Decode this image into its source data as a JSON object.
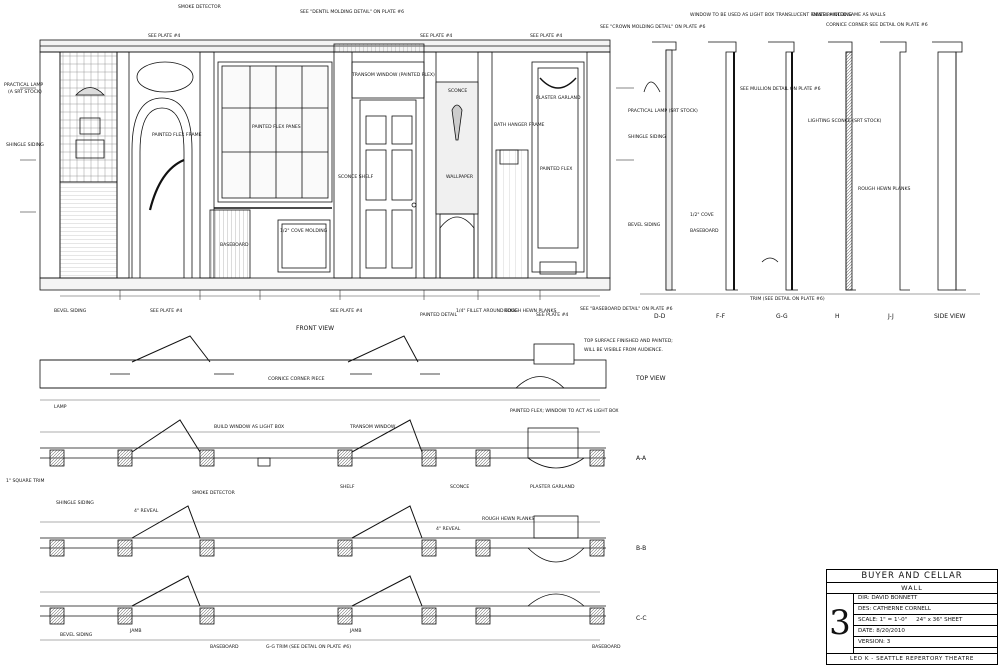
{
  "titleblock": {
    "title": "BUYER AND CELLAR",
    "subtitle": "WALL",
    "plate_number": "3",
    "director": "DIR: DAVID BONNETT",
    "designer": "DES: CATHERNE CORNELL",
    "scale": "SCALE: 1\" = 1'-0\"",
    "sheet": "24\" x 36\" SHEET",
    "date": "DATE: 8/20/2010",
    "version": "VERSION: 3",
    "theatre": "LEO K - SEATTLE REPERTORY THEATRE"
  },
  "elevation_labels": {
    "smoke_detector": "SMOKE DETECTOR",
    "dentil_note": "SEE \"DENTIL MOLDING DETAIL\" ON PLATE #6",
    "crown_note": "SEE \"CROWN MOLDING DETAIL\" ON PLATE #6",
    "see_plate_4a": "SEE PLATE #4",
    "see_plate_4b": "SEE PLATE #4",
    "see_plate_4c": "SEE PLATE #4",
    "practical_lamp": "PRACTICAL LAMP",
    "practical_lamp_stock": "(A SRT STOCK)",
    "shingle_siding": "SHINGLE SIDING",
    "painted_flex_frame": "PAINTED FLEX FRAME",
    "painted_flex_panes": "PAINTED FLEX PANES",
    "transom_window": "TRANSOM WINDOW (PAINTED FLEX)",
    "sconce": "SCONCE",
    "plaster_garland": "PLASTER GARLAND",
    "bath_hanger": "BATH HANGER FRAME",
    "painted_flex": "PAINTED FLEX",
    "sconce_shelf": "SCONCE SHELF",
    "wallpaper": "WALLPAPER",
    "baseboard": "BASEBOARD",
    "cove_molding": "1/2\" COVE MOLDING",
    "bevel_siding": "BEVEL SIDING",
    "painted_detail": "PAINTED DETAIL",
    "fillet_note": "1/4\" FILLET AROUND EDGE",
    "rough_hewn": "ROUGH HEWN PLANKS",
    "baseboard_note": "SEE \"BASEBOARD DETAIL\" ON PLATE #6",
    "see_plate_4d": "SEE PLATE #4",
    "see_plate_4e": "SEE PLATE #4",
    "see_plate_4f": "SEE PLATE #4"
  },
  "section_labels": {
    "dd": "D-D",
    "ff": "F-F",
    "gg": "G-G",
    "h": "H",
    "jj": "J-J",
    "side": "SIDE VIEW",
    "window_note": "WINDOW TO BE USED AS LIGHT BOX TRANSLUCENT PANES PAINTED SAME AS WALLS",
    "dentil": "DENTIL MOLDING",
    "cornice_corner": "CORNICE CORNER SEE DETAIL ON PLATE #6",
    "practical_lamp_srt": "PRACTICAL LAMP (SRT STOCK)",
    "shingle_siding": "SHINGLE SIDING",
    "bevel_siding": "BEVEL SIDING",
    "cove": "1/2\" COVE",
    "baseboard": "BASEBOARD",
    "trim_note": "TRIM (SEE DETAIL ON PLATE #6)",
    "mullion_note": "SEE MULLION DETAIL ON PLATE #6",
    "lighting_sconce": "LIGHTING SCONCE (SRT STOCK)",
    "rough_hewn": "ROUGH HEWN PLANKS"
  },
  "plan_labels": {
    "front_view": "FRONT VIEW",
    "top_view": "TOP VIEW",
    "top_note_1": "TOP SURFACE FINISHED AND PAINTED;",
    "top_note_2": "WILL BE VISIBLE FROM AUDIENCE.",
    "cornice_corner": "CORNICE CORNER PIECE",
    "lamp": "LAMP",
    "aa": "A-A",
    "bb": "B-B",
    "cc": "C-C",
    "build_window": "BUILD WINDOW AS LIGHT BOX",
    "transom_window": "TRANSOM WINDOW",
    "painted_flex_note": "PAINTED FLEX; WINDOW TO ACT AS LIGHT BOX",
    "square_trim": "1\" SQUARE TRIM",
    "shingle_siding": "SHINGLE SIDING",
    "smoke_detector": "SMOKE DETECTOR",
    "shelf": "SHELF",
    "sconce": "SCONCE",
    "plaster_garland": "PLASTER GARLAND",
    "reveal_1": "4\" REVEAL",
    "reveal_2": "4\" REVEAL",
    "rough_hewn": "ROUGH HEWN PLANKS",
    "bevel_siding": "BEVEL SIDING",
    "jamb_1": "JAMB",
    "jamb_2": "JAMB",
    "baseboard_1": "BASEBOARD",
    "baseboard_2": "BASEBOARD",
    "gg_trim": "G-G TRIM (SEE DETAIL ON PLATE #6)"
  },
  "colors": {
    "line": "#111111",
    "background": "#ffffff",
    "hatch": "#888888"
  }
}
